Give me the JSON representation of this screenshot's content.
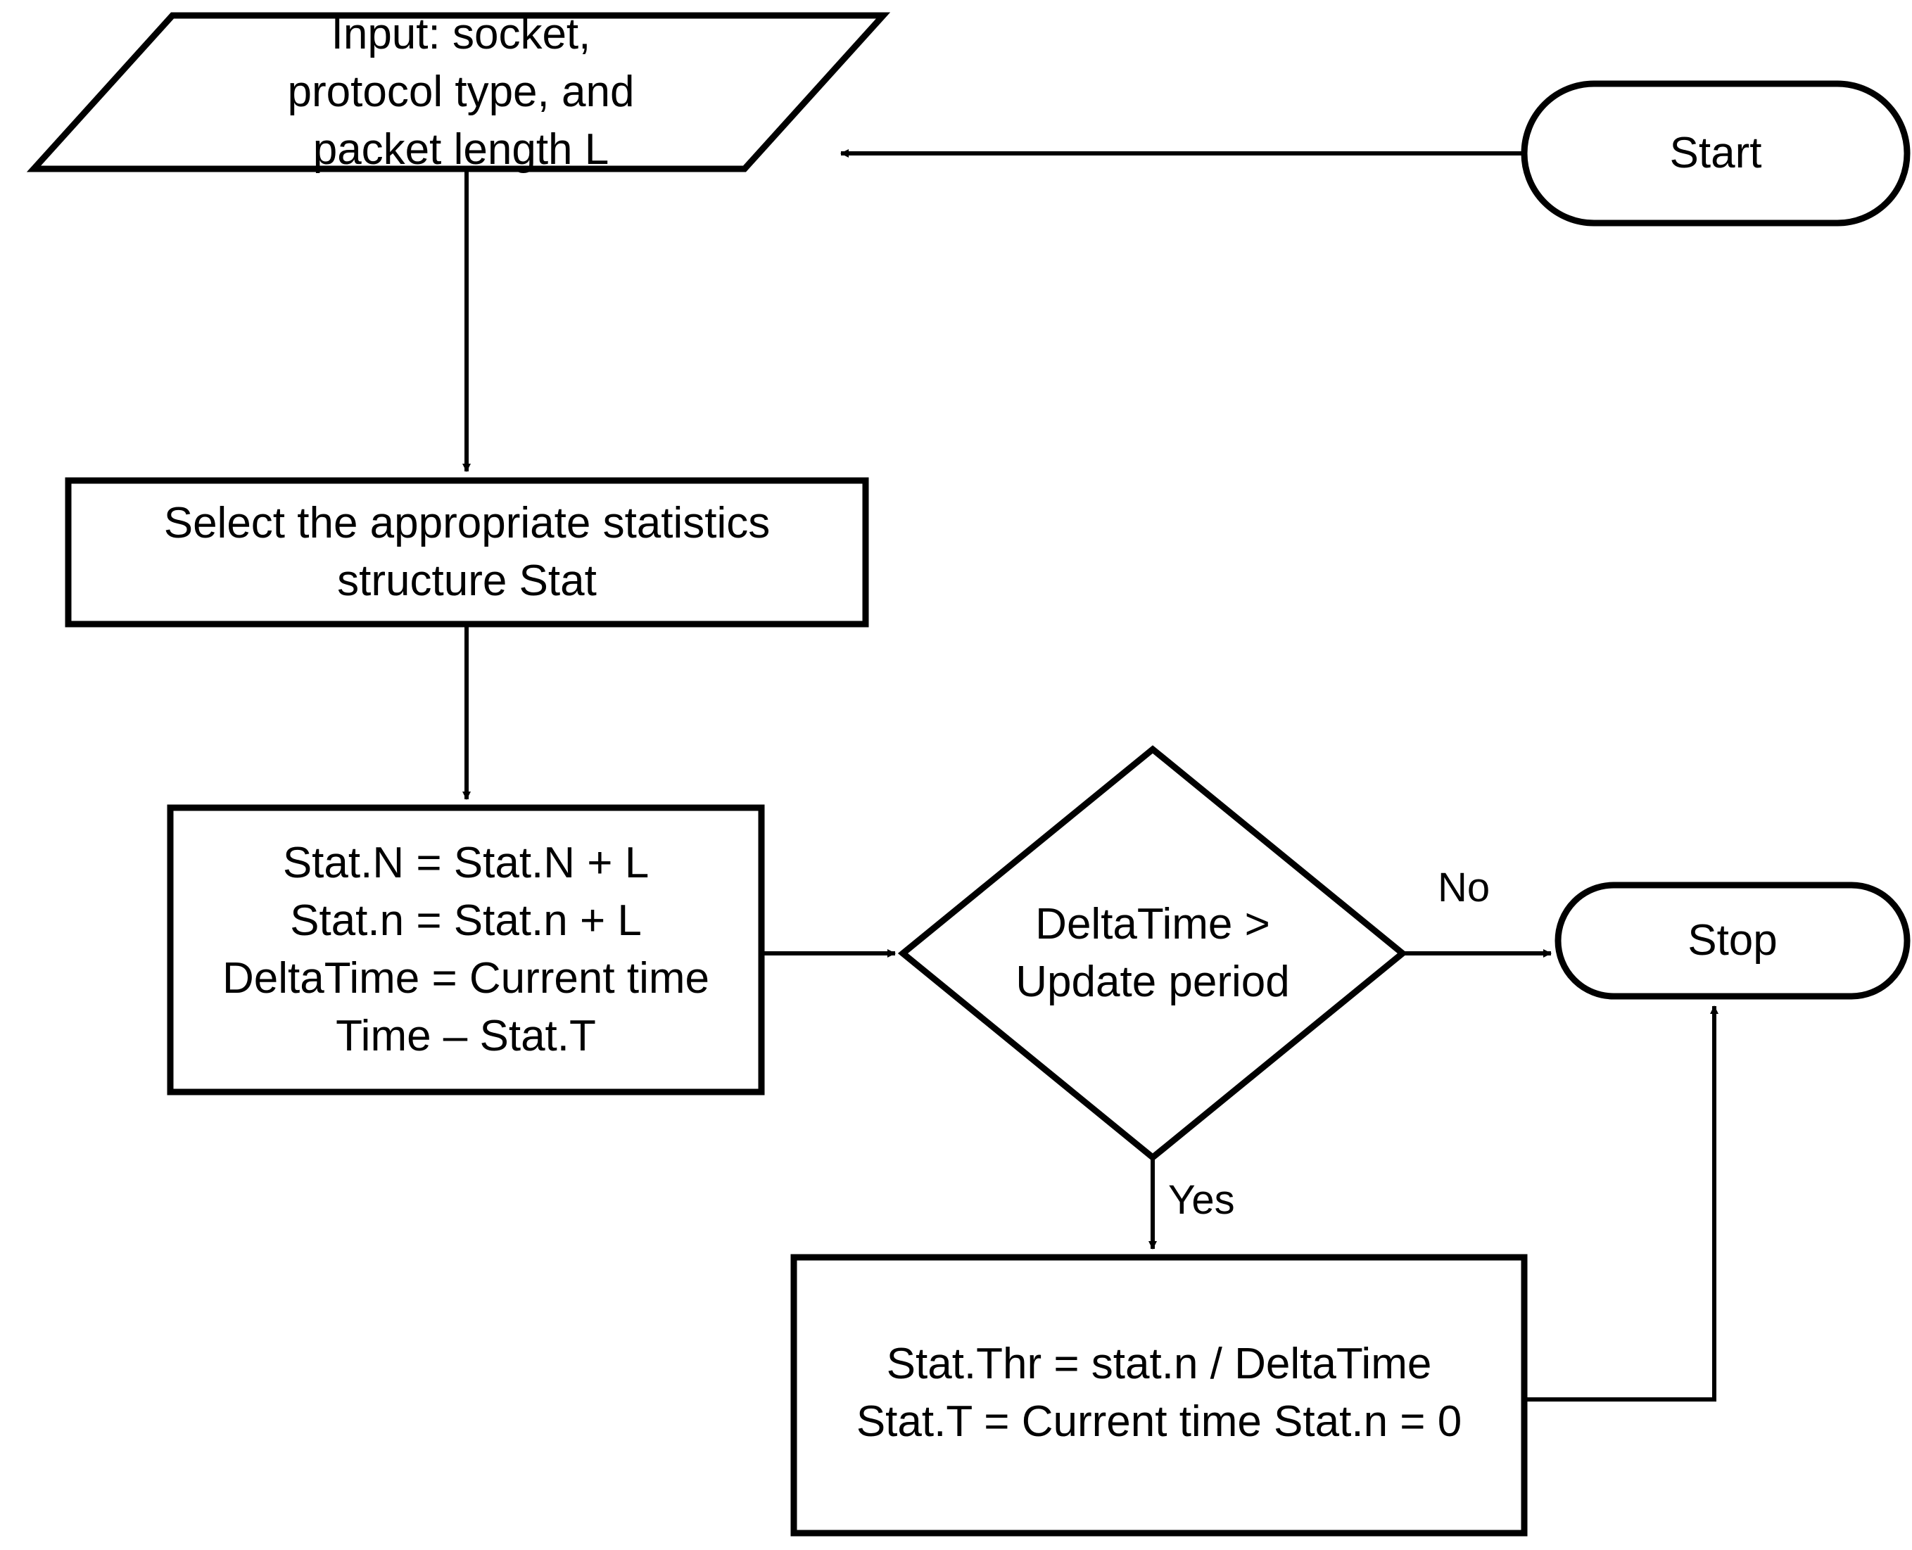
{
  "diagram": {
    "title": "Packet statistics update flowchart",
    "background_color": "#ffffff",
    "stroke_color": "#000000",
    "text_color": "#000000"
  },
  "nodes": {
    "start": {
      "label": "Start",
      "shape": "stadium",
      "font_size": 62
    },
    "input": {
      "label": "Input: socket,\nprotocol type, and\npacket length L",
      "shape": "parallelogram",
      "font_size": 62
    },
    "select_stat": {
      "label": "Select the appropriate statistics\nstructure Stat",
      "shape": "process",
      "font_size": 62
    },
    "accumulate": {
      "label": "Stat.N = Stat.N + L\nStat.n = Stat.n + L\nDeltaTime = Current time\nTime – Stat.T",
      "shape": "process",
      "font_size": 62
    },
    "decision": {
      "label": "DeltaTime  >\nUpdate period",
      "shape": "diamond",
      "font_size": 62
    },
    "update_thr": {
      "label": "Stat.Thr = stat.n / DeltaTime\nStat.T = Current time Stat.n = 0",
      "shape": "process",
      "font_size": 62
    },
    "stop": {
      "label": "Stop",
      "shape": "stadium",
      "font_size": 62
    }
  },
  "edges": [
    {
      "id": "start-to-input",
      "from": "start",
      "to": "input",
      "label": ""
    },
    {
      "id": "input-to-select",
      "from": "input",
      "to": "select_stat",
      "label": ""
    },
    {
      "id": "select-to-accumulate",
      "from": "select_stat",
      "to": "accumulate",
      "label": ""
    },
    {
      "id": "accumulate-to-decision",
      "from": "accumulate",
      "to": "decision",
      "label": ""
    },
    {
      "id": "decision-no-to-stop",
      "from": "decision",
      "to": "stop",
      "label": "No"
    },
    {
      "id": "decision-yes-to-update",
      "from": "decision",
      "to": "update_thr",
      "label": "Yes"
    },
    {
      "id": "update-to-stop",
      "from": "update_thr",
      "to": "stop",
      "label": ""
    }
  ],
  "edge_labels": {
    "no": "No",
    "yes": "Yes",
    "font_size": 58
  }
}
